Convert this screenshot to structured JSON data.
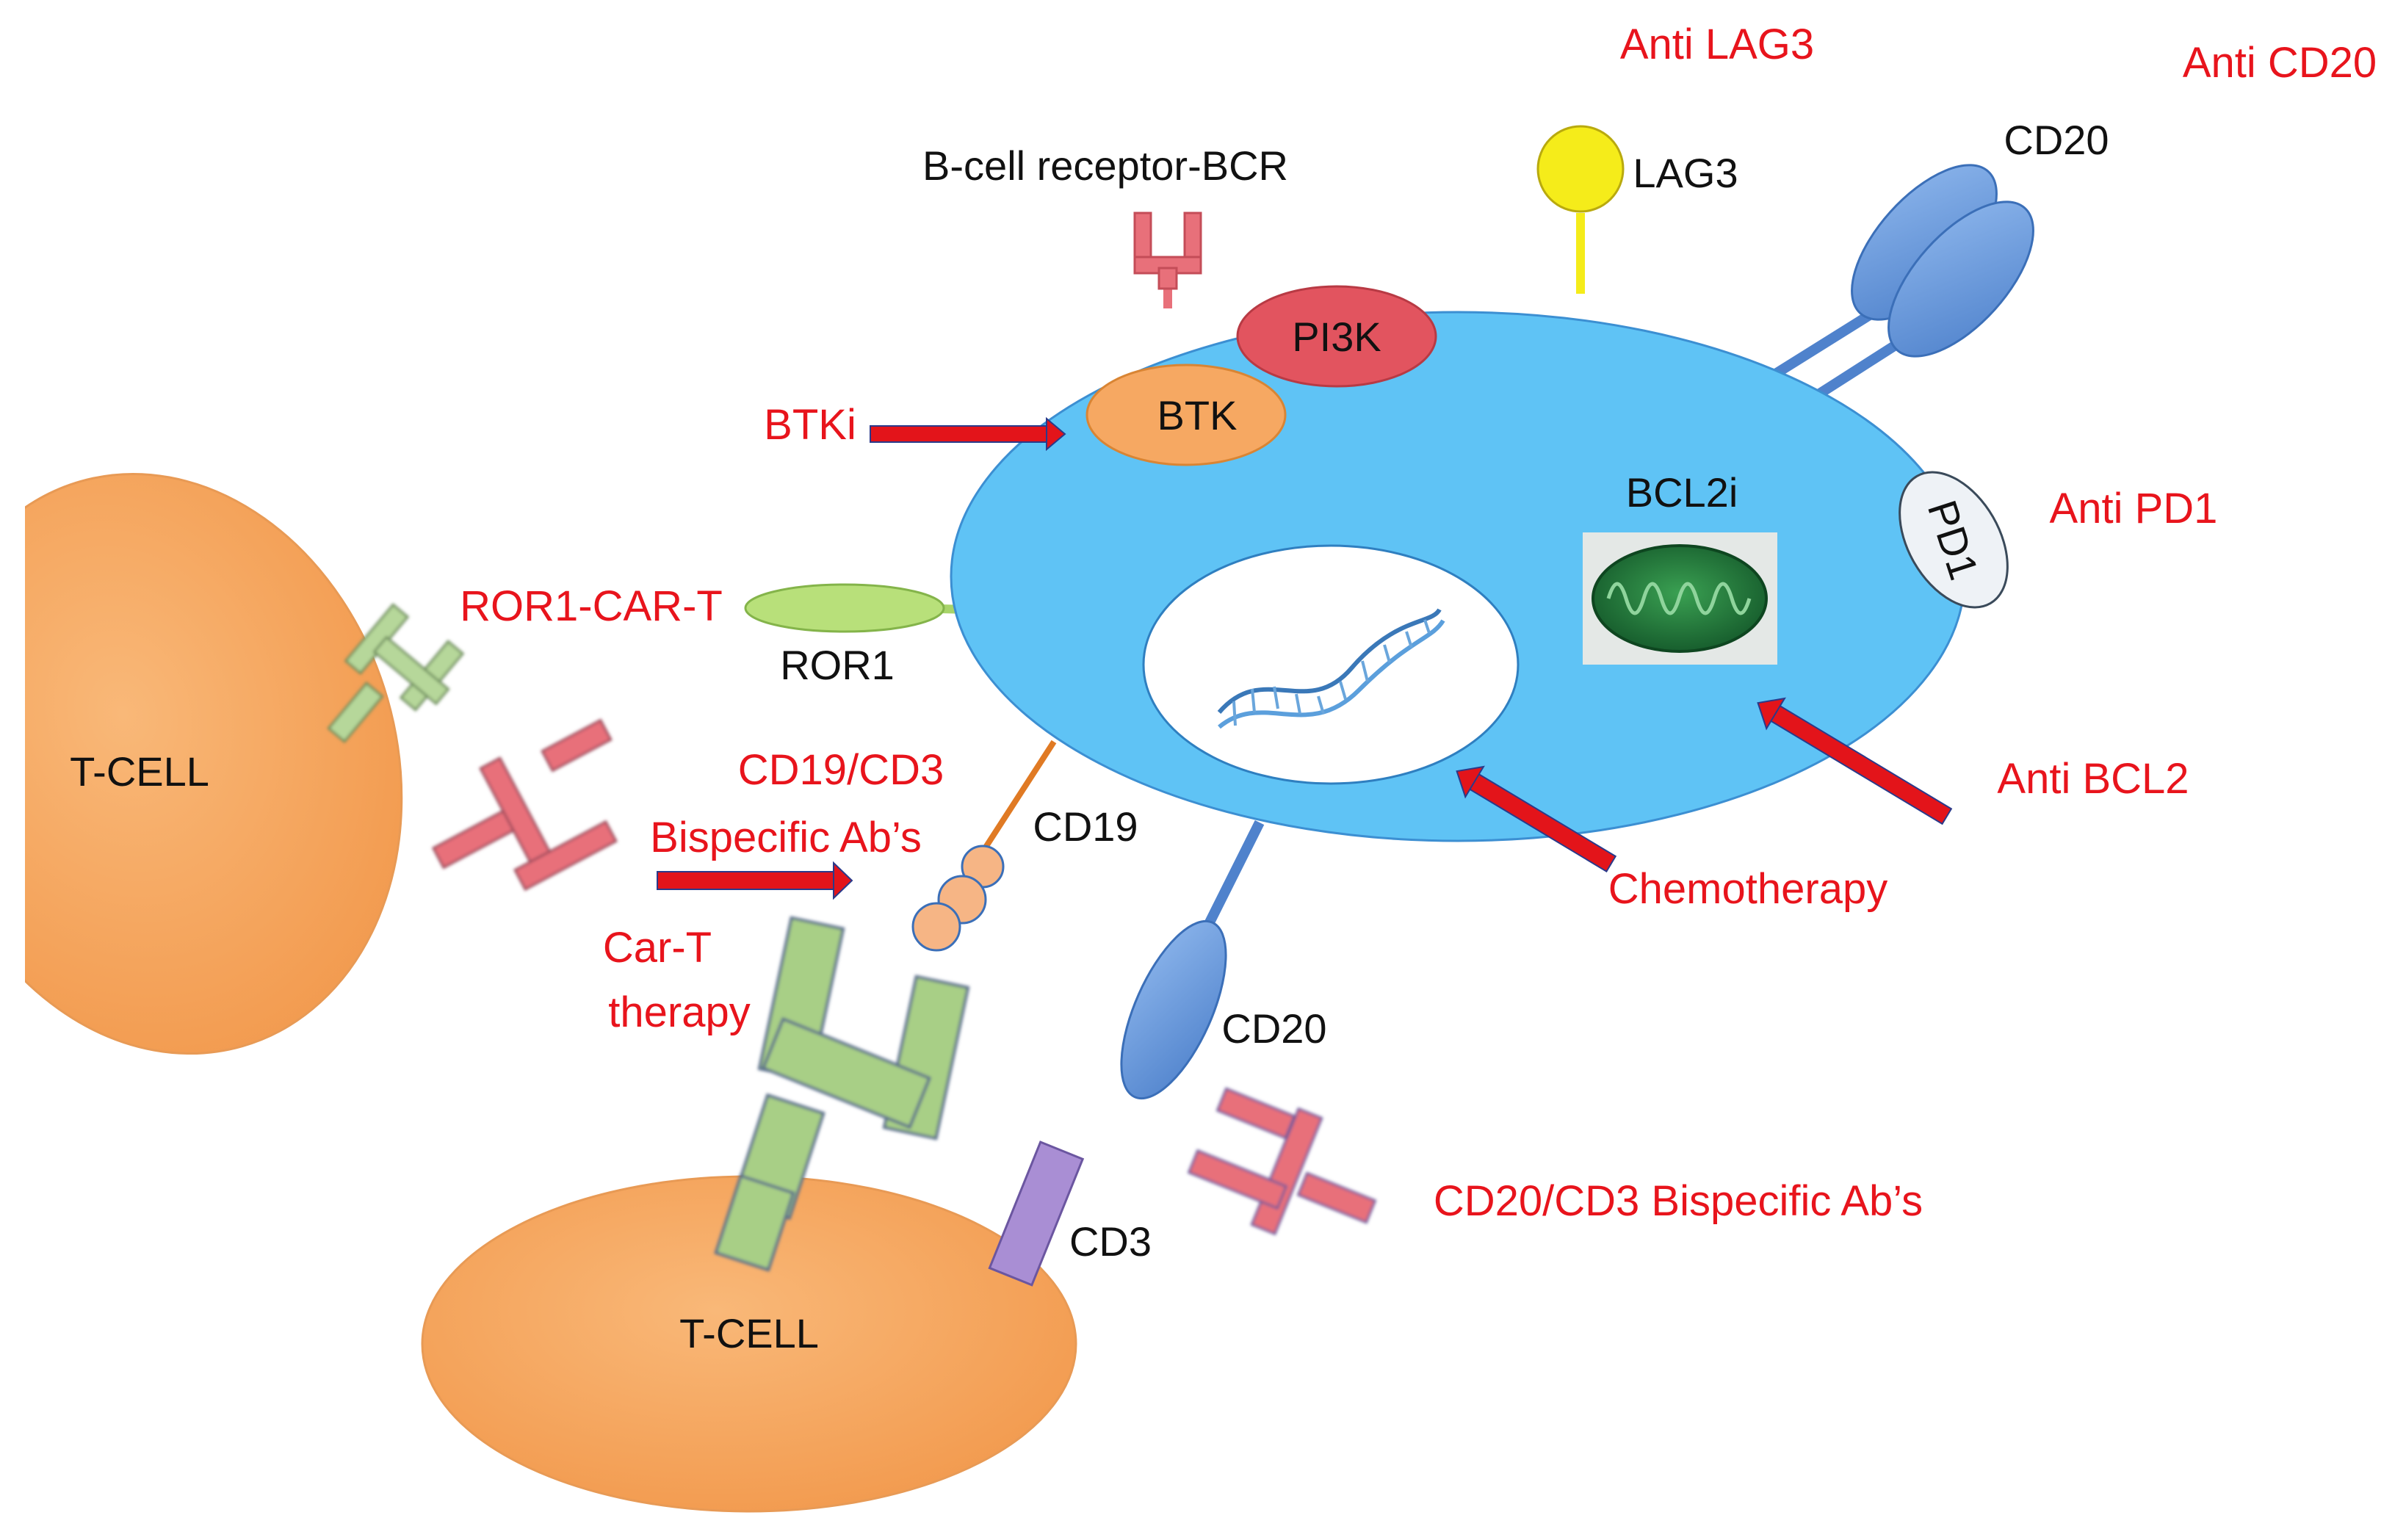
{
  "colors": {
    "cell_body": "#5fc3f5",
    "t_cell": "#f6a862",
    "drug_label": "#e8141c",
    "arrow": "#e3141a",
    "antibody_pink": "#e8707a",
    "receptor_blue": "#5b8fd6",
    "cart_green": "#a8cf86",
    "cd3_purple": "#a98ed4",
    "lag3_yellow": "#f5ec1a"
  },
  "nodes": {
    "pi3k": "PI3K",
    "btk": "BTK",
    "t_cell_left": "T-CELL",
    "t_cell_bottom": "T-CELL",
    "pd1": "PD1"
  },
  "receptors": {
    "bcr": "B-cell receptor-BCR",
    "lag3": "LAG3",
    "cd20_top": "CD20",
    "bcl2i": "BCL2i",
    "ror1": "ROR1",
    "cd19": "CD19",
    "cd20_bottom": "CD20",
    "cd3": "CD3"
  },
  "therapies": {
    "anti_lag3": "Anti LAG3",
    "anti_cd20": "Anti CD20",
    "btki": "BTKi",
    "anti_pd1": "Anti PD1",
    "ror1_car_t": "ROR1-CAR-T",
    "cd19_cd3_line1": "CD19/CD3",
    "cd19_cd3_line2": "Bispecific Ab’s",
    "anti_bcl2": "Anti BCL2",
    "chemotherapy": "Chemotherapy",
    "car_t_line1": "Car-T",
    "car_t_line2": "therapy",
    "cd20_cd3_bispecific": "CD20/CD3 Bispecific Ab’s"
  },
  "icons": {
    "dna": "dna-helix-icon",
    "mitochondrion": "mitochondrion-icon"
  }
}
